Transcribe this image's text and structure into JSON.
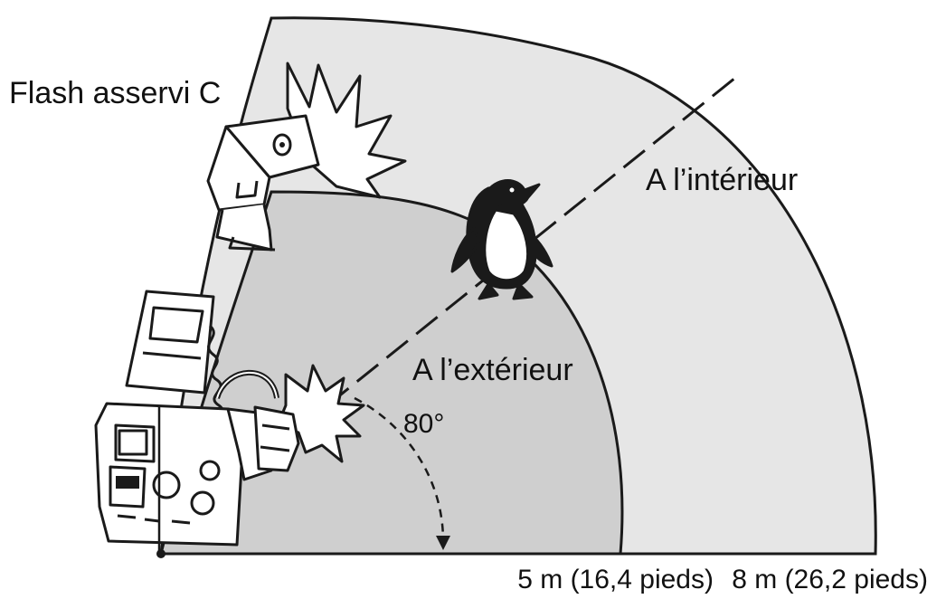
{
  "labels": {
    "slave_flash": "Flash asservi C",
    "indoor": "A l’intérieur",
    "outdoor": "A l’extérieur",
    "angle": "80°",
    "distance_5": "5 m (16,4 pieds)",
    "distance_8": "8 m (26,2 pieds)"
  },
  "colors": {
    "outer_zone": "#e6e6e6",
    "inner_zone": "#cfcfcf",
    "stroke": "#1a1a1a",
    "background": "#ffffff"
  },
  "icons": [
    "camera-icon",
    "slave-flash-icon",
    "penguin-icon",
    "flash-burst-icon"
  ]
}
